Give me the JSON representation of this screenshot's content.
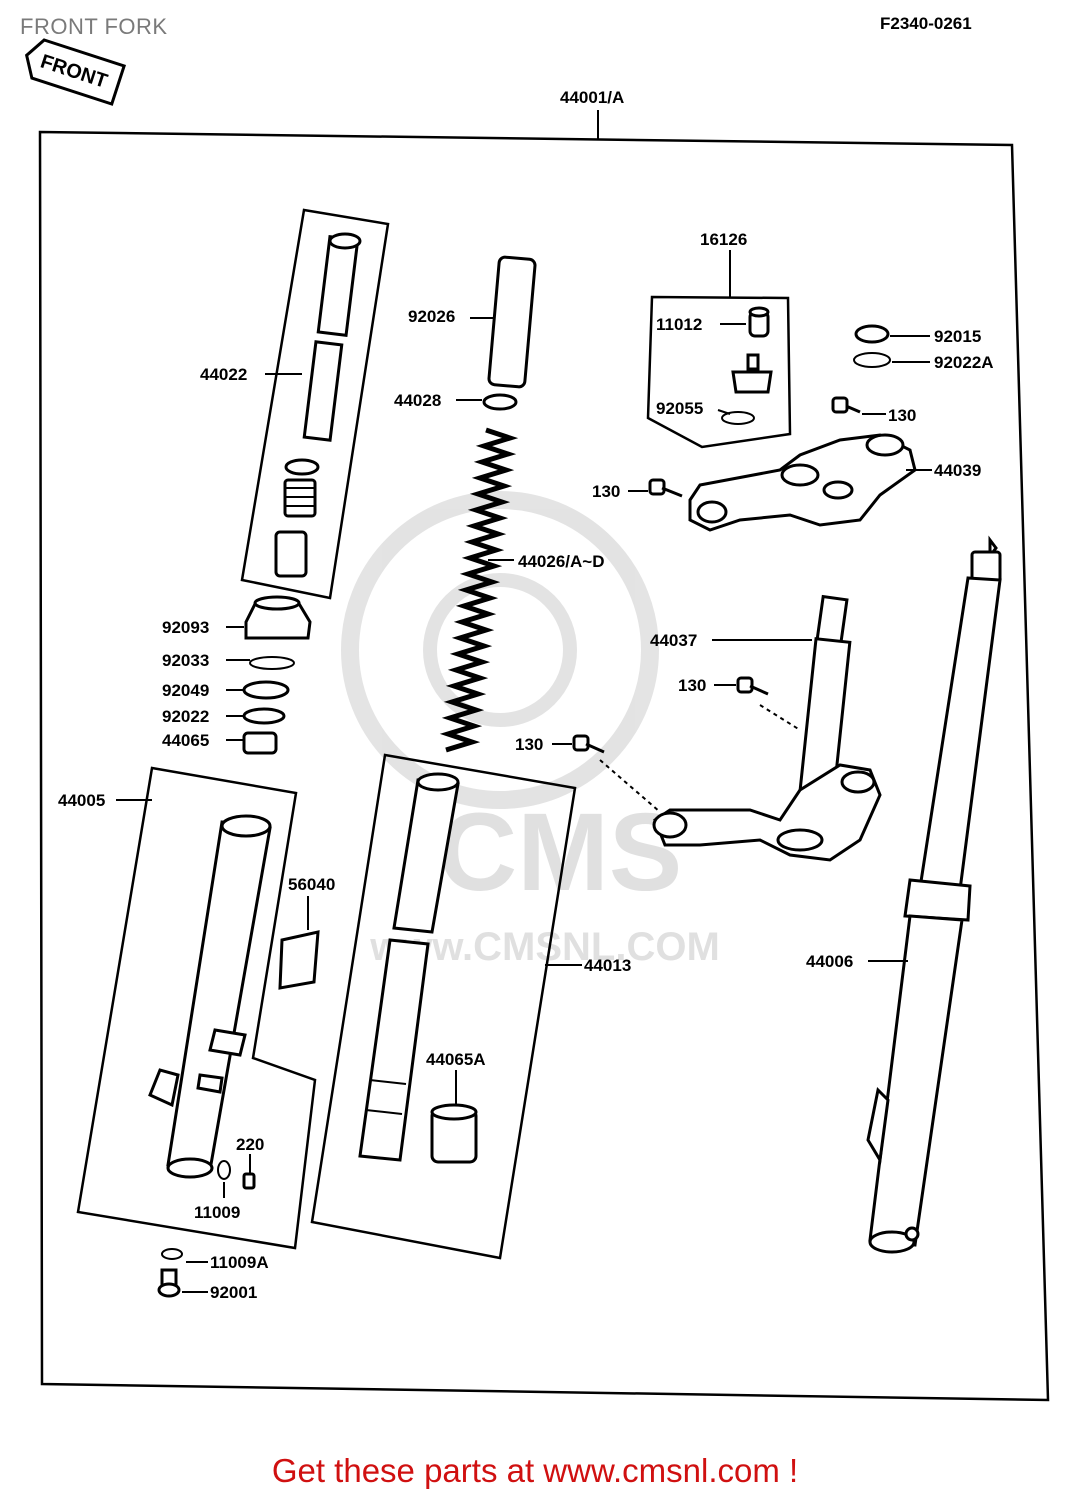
{
  "header": {
    "title": "FRONT FORK",
    "diagram_code": "F2340-0261",
    "front_badge": "FRONT"
  },
  "watermark": {
    "text": "www.CMSNL.COM",
    "logo": "CMS"
  },
  "parts": {
    "assembly": "44001/A",
    "p18126": "16126",
    "p11012": "11012",
    "p92026": "92026",
    "p44022": "44022",
    "p44028": "44028",
    "p92055": "92055",
    "p92015": "92015",
    "p92022A": "92022A",
    "p130_a": "130",
    "p44039": "44039",
    "p130_b": "130",
    "p44026": "44026/A~D",
    "p92093": "92093",
    "p92033": "92033",
    "p92049": "92049",
    "p92022": "92022",
    "p44065": "44065",
    "p44037": "44037",
    "p130_c": "130",
    "p130_d": "130",
    "p44005": "44005",
    "p56040": "56040",
    "p44013": "44013",
    "p44006": "44006",
    "p44065A": "44065A",
    "p220": "220",
    "p11009": "11009",
    "p11009A": "11009A",
    "p92001": "92001"
  },
  "footer": {
    "text": "Get these parts at www.cmsnl.com !",
    "color": "#d01010"
  }
}
